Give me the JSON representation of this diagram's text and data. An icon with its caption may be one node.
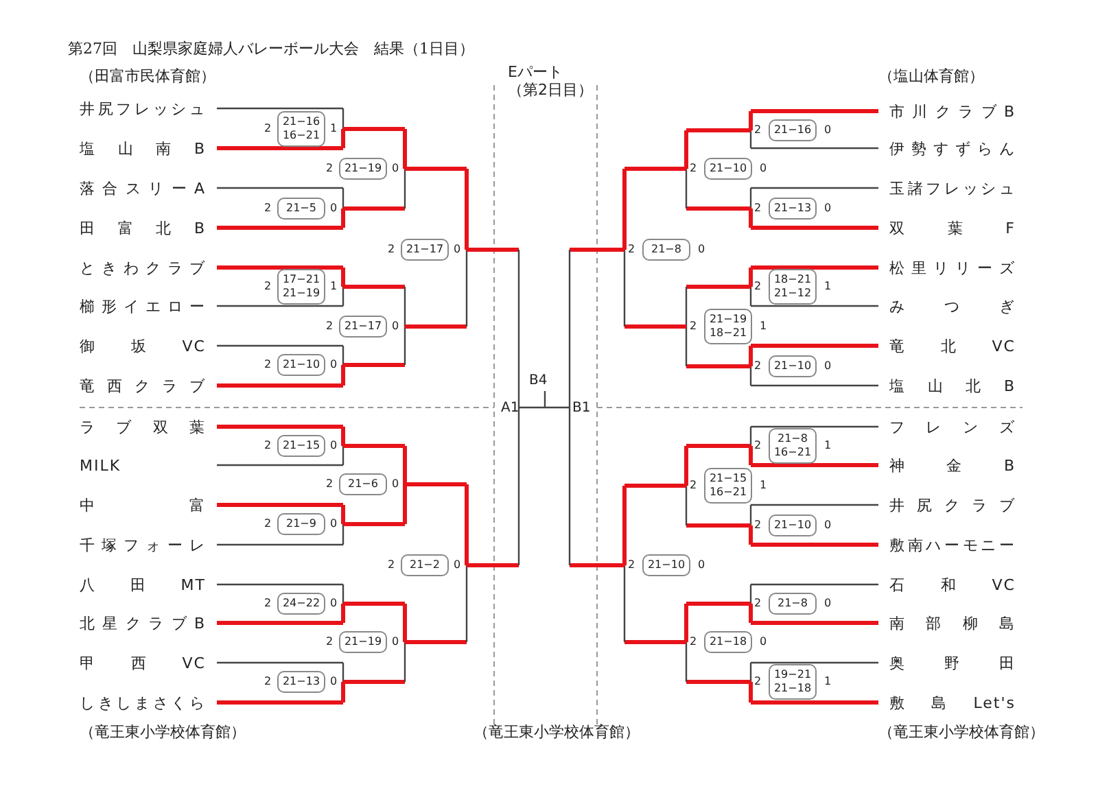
{
  "diagram": {
    "title": "第27回　山梨県家庭婦人バレーボール大会　結果（1日目）",
    "labels": [
      "（田富市民体育館）",
      "Eパート",
      "（塩山体育館）",
      "（第2日目）",
      "井尻フレッシュ",
      "塩山南B",
      "落合スリーA",
      "田富北B",
      "ときわクラブ",
      "櫛形イエロー",
      "御坂VC",
      "竜西クラブ",
      "ラブ双葉",
      "MILK",
      "中富",
      "千塚フォーレ",
      "八田MT",
      "北星クラブB",
      "甲西VC",
      "しきしまさくら",
      "市川クラブB",
      "伊勢すずらん",
      "玉諸フレッシュ",
      "双葉F",
      "松里リリーズ",
      "みつぎ",
      "竜北VC",
      "塩山北B",
      "フレンズ",
      "神金B",
      "井尻クラブ",
      "敷南ハーモニー",
      "石和VC",
      "南部柳島",
      "奥野田",
      "敷島Let's",
      "B4",
      "A1",
      "B1",
      "2",
      "21−16 16−21",
      "1",
      "2",
      "21−5",
      "0",
      "2",
      "17−21 21−19",
      "1",
      "2",
      "21−10",
      "0",
      "2",
      "21−15",
      "0",
      "2",
      "21−9",
      "0",
      "2",
      "24−22",
      "0",
      "2",
      "21−13",
      "0",
      "2",
      "21−19",
      "0",
      "2",
      "21−17",
      "0",
      "2",
      "21−6",
      "0",
      "2",
      "21−19",
      "0",
      "2",
      "21−17",
      "0",
      "2",
      "21−2",
      "0",
      "2",
      "21−16",
      "0",
      "2",
      "21−13",
      "0",
      "2",
      "18−21 21−12",
      "1",
      "2",
      "21−10",
      "0",
      "2",
      "21−8 16−21",
      "1",
      "2",
      "21−10",
      "0",
      "2",
      "21−8",
      "0",
      "2",
      "19−21 21−18",
      "1",
      "2",
      "21−10",
      "0",
      "2",
      "21−19 18−21",
      "1",
      "2",
      "21−15 16−21",
      "1",
      "2",
      "21−18",
      "0",
      "2",
      "21−8",
      "0",
      "2",
      "21−10",
      "0",
      "（竜王東小学校体育館）",
      "（竜王東小学校体育館）",
      "（竜王東小学校体育館）"
    ]
  }
}
